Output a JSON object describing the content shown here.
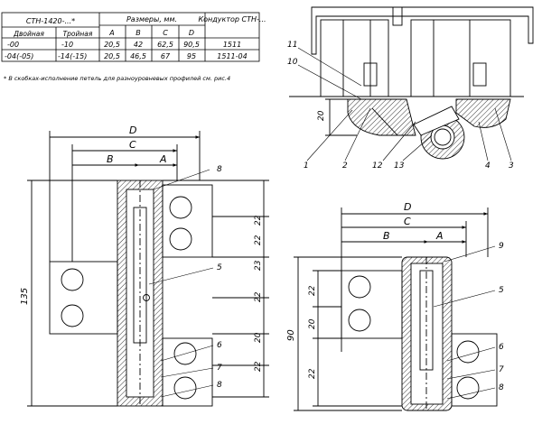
{
  "table": {
    "header": {
      "product": "СТН-1420-...*",
      "sizes": "Размеры, мм.",
      "jig": "Кондуктор СТН-...",
      "double": "Двойная",
      "triple": "Тройная",
      "cols": [
        "A",
        "B",
        "C",
        "D"
      ]
    },
    "rows": [
      {
        "double": "-00",
        "triple": "-10",
        "A": "20,5",
        "B": "42",
        "C": "62,5",
        "D": "90,5",
        "jig": "1511"
      },
      {
        "double": "-04(-05)",
        "triple": "-14(-15)",
        "A": "20,5",
        "B": "46,5",
        "C": "67",
        "D": "95",
        "jig": "1511-04"
      }
    ]
  },
  "footnote": "* В скобках-исполнение петель для разноуровневых профилей см. рис.4",
  "top_view": {
    "callouts": [
      "11",
      "10",
      "1",
      "2",
      "12",
      "13",
      "4",
      "3"
    ],
    "dim": "20"
  },
  "left_view": {
    "dims": {
      "D": "D",
      "C": "C",
      "B": "B",
      "A": "A"
    },
    "height": "135",
    "right_dims": [
      "22",
      "22",
      "23",
      "22",
      "20",
      "22"
    ],
    "callouts": [
      "8",
      "5",
      "6",
      "7",
      "8"
    ]
  },
  "right_view": {
    "dims": {
      "D": "D",
      "C": "C",
      "B": "B",
      "A": "A"
    },
    "height": "90",
    "left_dims": [
      "22",
      "20",
      "22"
    ],
    "callouts": [
      "9",
      "5",
      "6",
      "7",
      "8"
    ]
  }
}
